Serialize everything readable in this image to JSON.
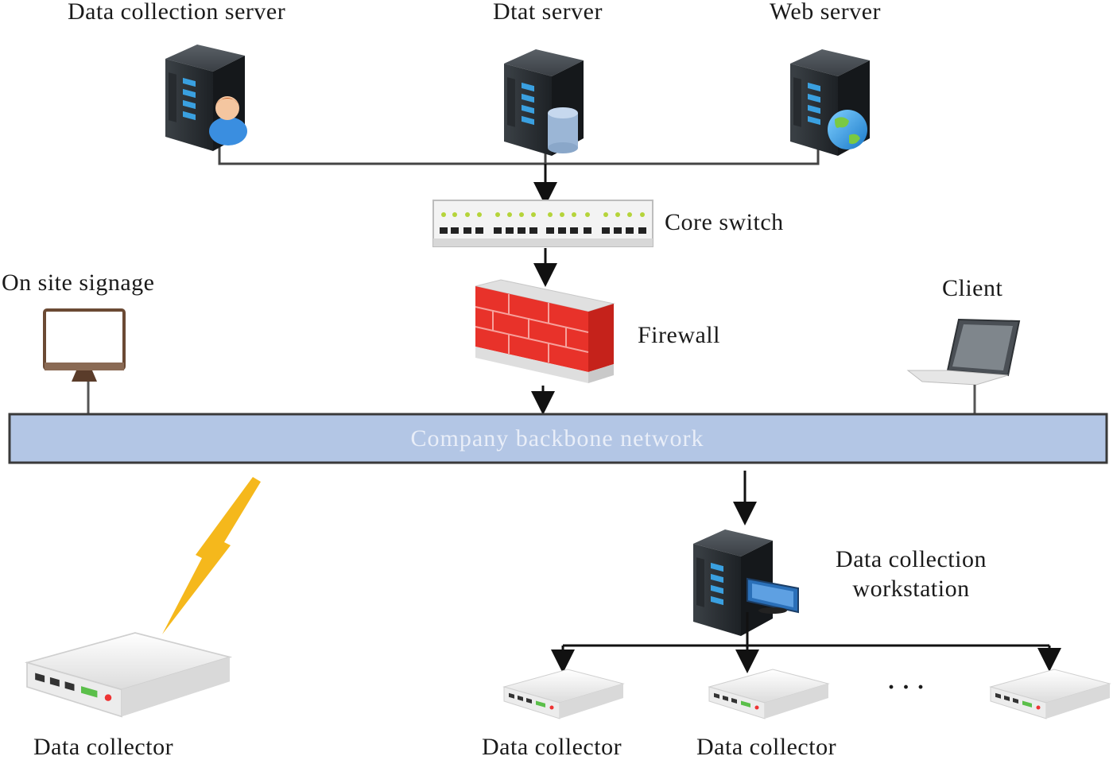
{
  "labels": {
    "data_collection_server": "Data collection server",
    "data_server": "Dtat server",
    "web_server": "Web server",
    "core_switch": "Core switch",
    "on_site_signage": "On site signage",
    "firewall": "Firewall",
    "client": "Client",
    "backbone": "Company backbone network",
    "workstation_line1": "Data collection",
    "workstation_line2": "workstation",
    "collector_left": "Data collector",
    "collector_mid1": "Data collector",
    "collector_mid2": "Data collector",
    "ellipsis": "· · ·"
  },
  "icons": {
    "server": "server-tower-icon",
    "person": "person-icon",
    "database": "database-icon",
    "globe": "globe-icon",
    "switch": "network-switch-icon",
    "firewall": "firewall-brick-icon",
    "monitor": "monitor-icon",
    "laptop": "laptop-icon",
    "collector": "router-box-icon",
    "lightning": "wireless-lightning-icon"
  },
  "colors": {
    "backbone_fill": "#b3c6e5",
    "backbone_stroke": "#3a3a3a",
    "server_body": "#2e3338",
    "server_led": "#3aa0e0",
    "firewall_red": "#e8322a",
    "lightning": "#f5b81c",
    "switch_led": "#b5d43a"
  }
}
